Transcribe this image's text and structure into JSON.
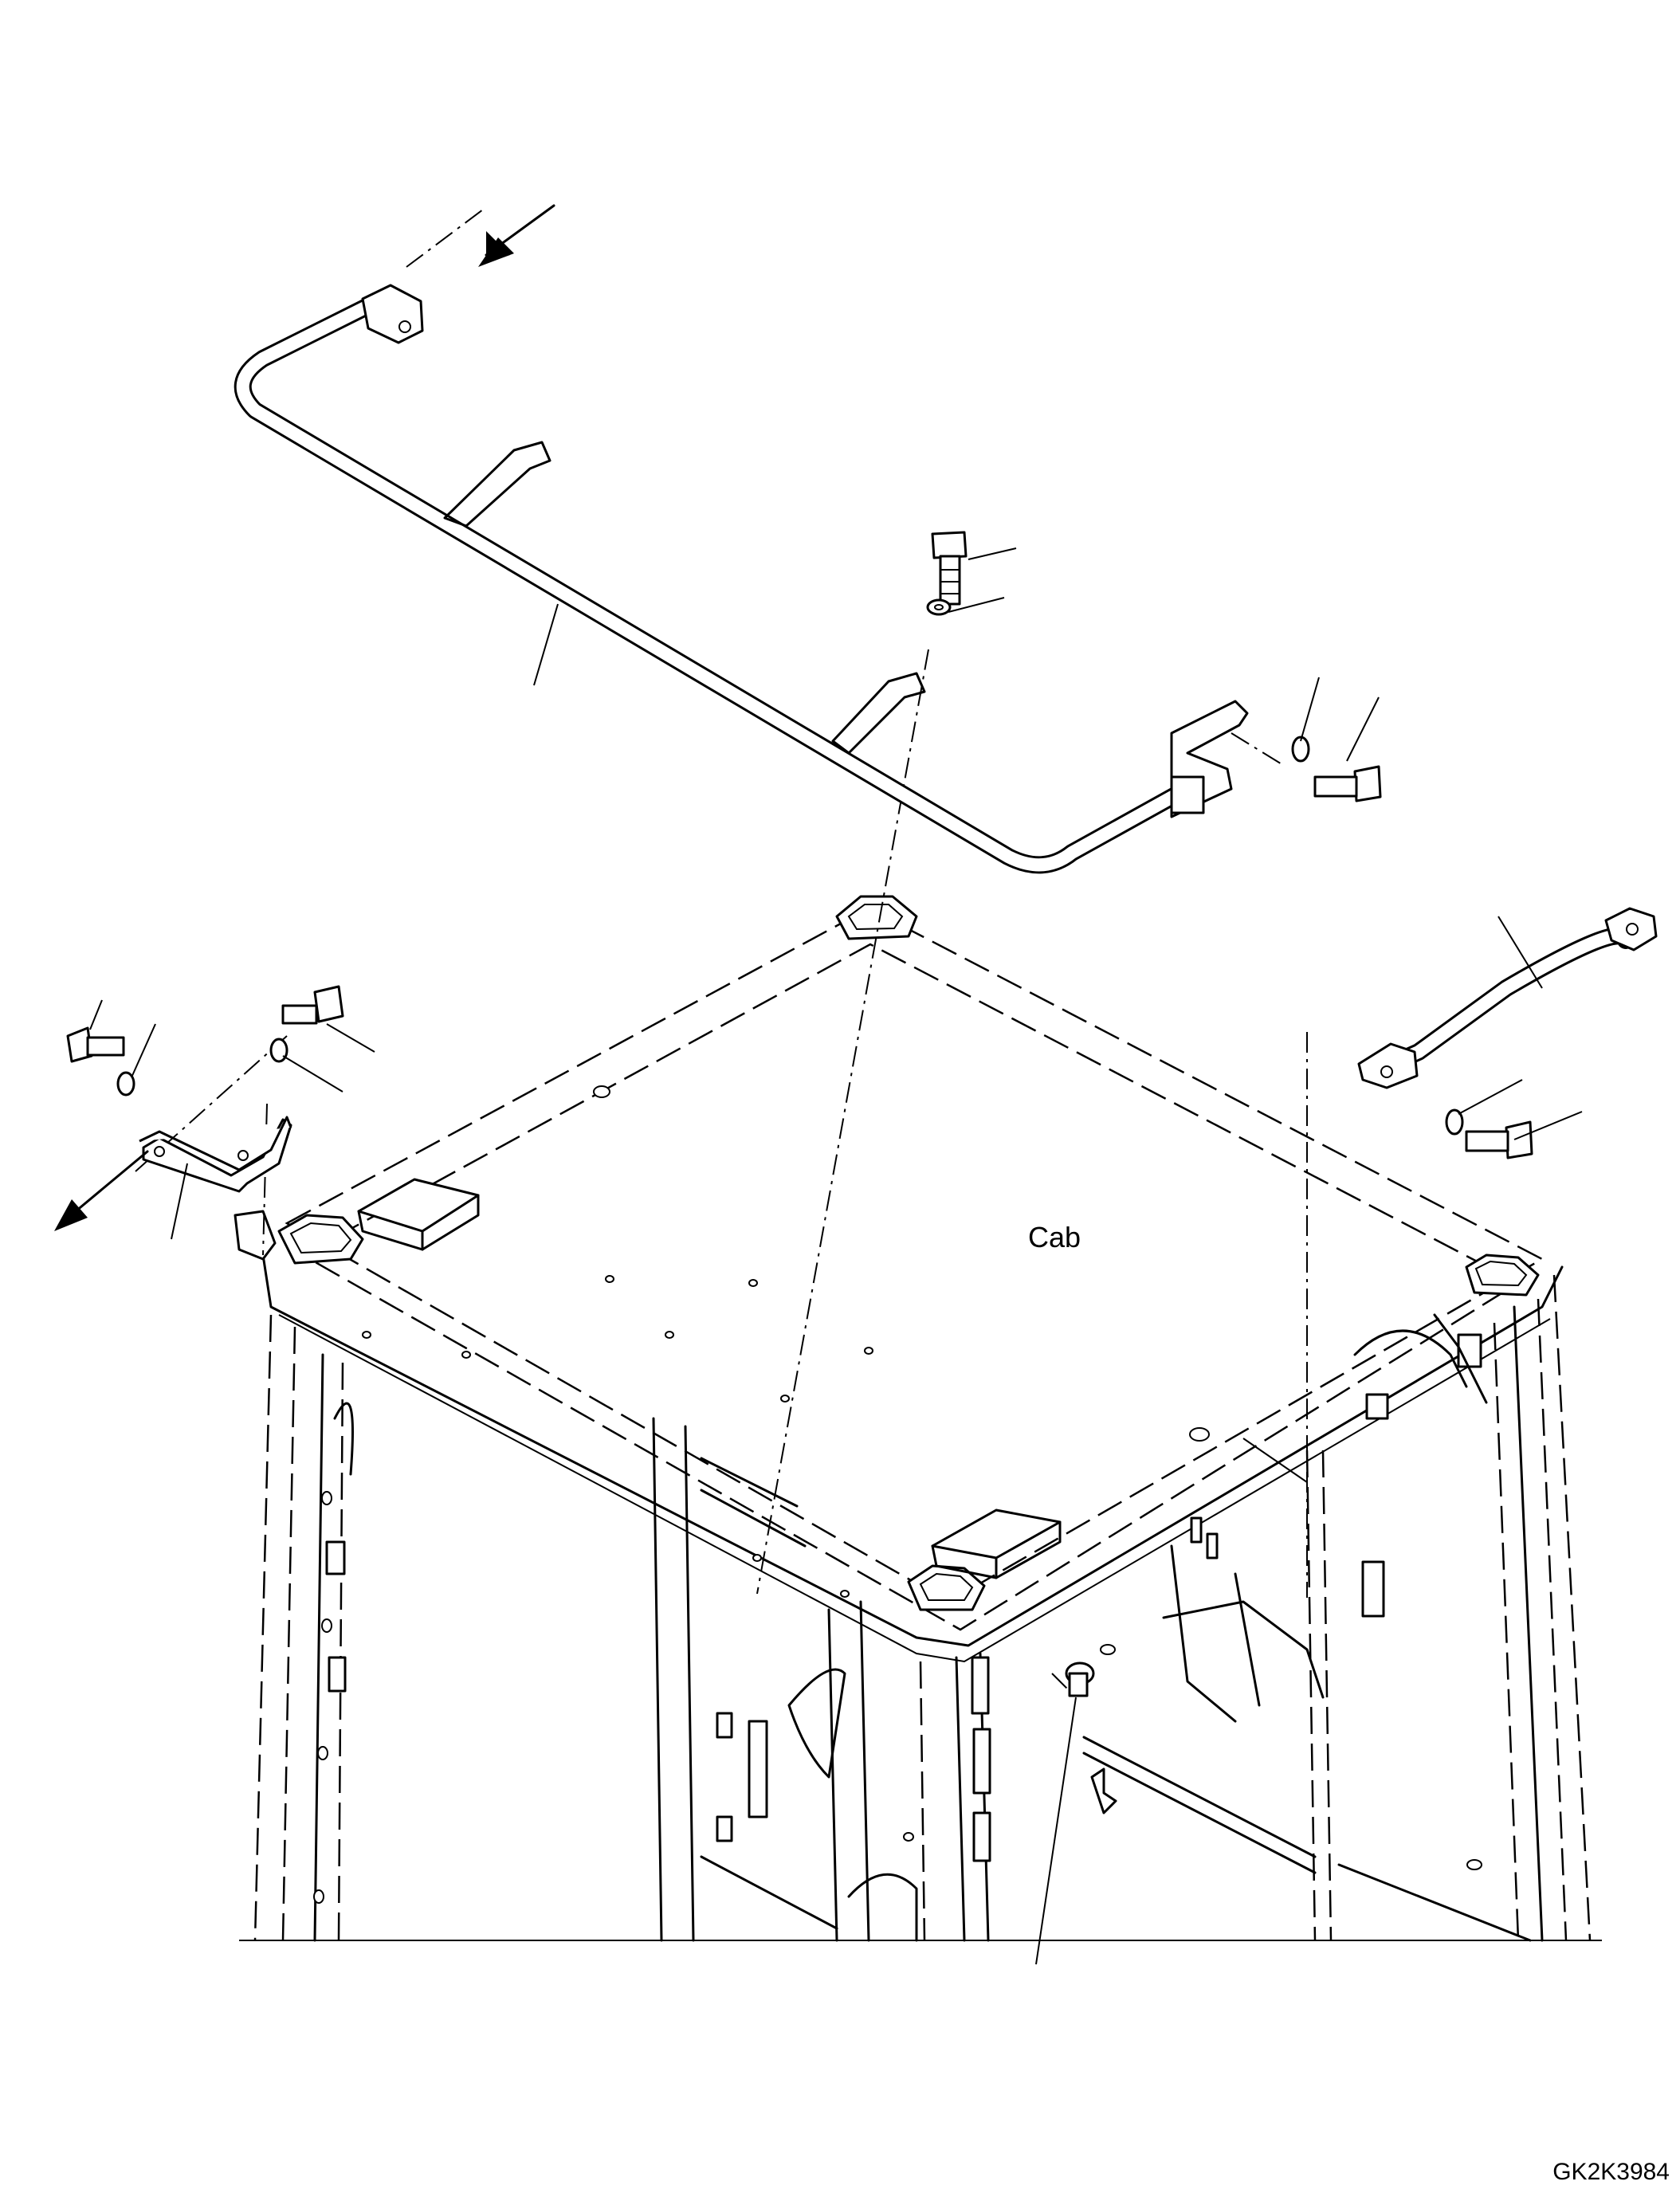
{
  "drawing": {
    "cab_label": "Cab",
    "drawing_number": "GK2K3984"
  },
  "parts": [
    {
      "name": "handrail-main"
    },
    {
      "name": "handrail-left-bracket"
    },
    {
      "name": "handrail-right"
    },
    {
      "name": "bolt"
    },
    {
      "name": "washer"
    },
    {
      "name": "pin"
    }
  ]
}
